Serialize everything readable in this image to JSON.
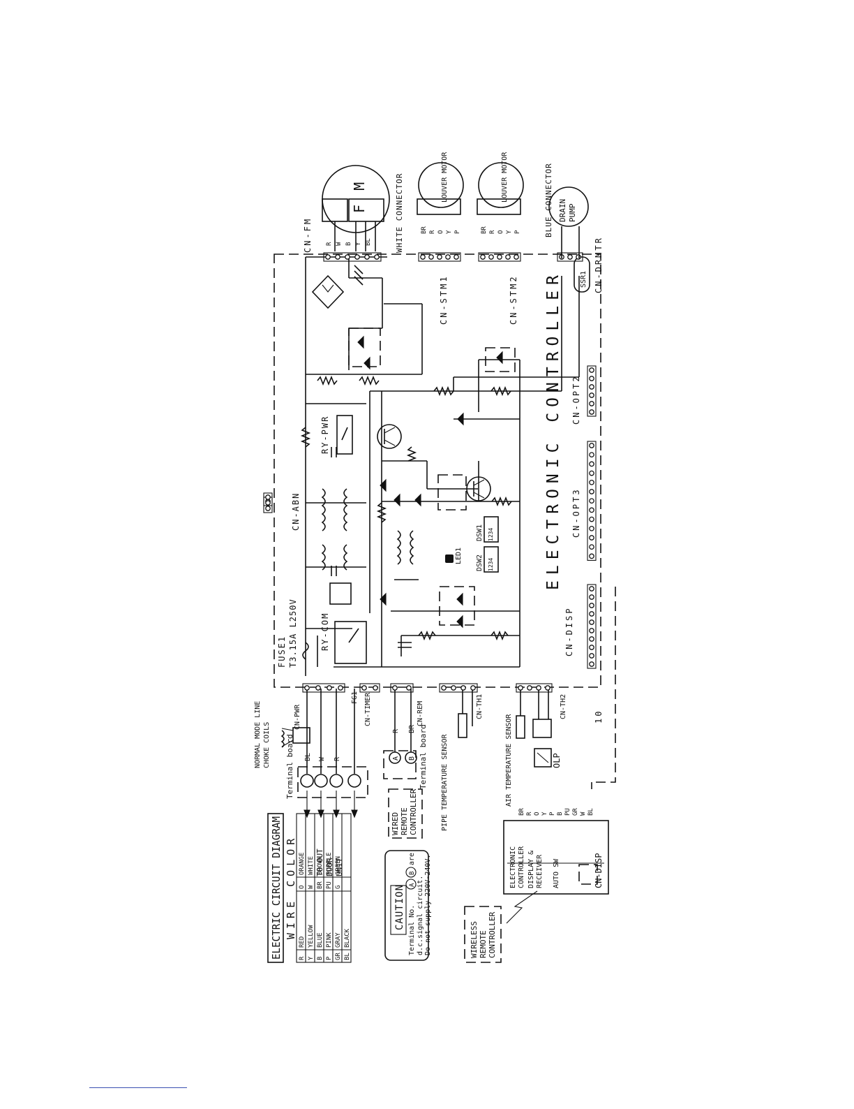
{
  "title": "ELECTRIC CIRCUIT DIAGRAM",
  "wire_color": {
    "heading": "WIRE COLOR",
    "left": [
      {
        "code": "R",
        "name": "RED"
      },
      {
        "code": "Y",
        "name": "YELLOW"
      },
      {
        "code": "B",
        "name": "BLUE"
      },
      {
        "code": "P",
        "name": "PINK"
      },
      {
        "code": "GR",
        "name": "GRAY"
      },
      {
        "code": "BL",
        "name": "BLACK"
      }
    ],
    "right": [
      {
        "code": "O",
        "name": "ORANGE"
      },
      {
        "code": "W",
        "name": "WHITE"
      },
      {
        "code": "BR",
        "name": "BROWN"
      },
      {
        "code": "PU",
        "name": "PURPLE"
      },
      {
        "code": "G",
        "name": "GREEN"
      }
    ]
  },
  "caution": {
    "heading": "CAUTION",
    "line1": "Terminal No.",
    "term_a": "A",
    "term_b": "B",
    "line1_end": "are",
    "line2": "d.c.signal circuit.",
    "line3": "Do not supply 220V-240V."
  },
  "labels": {
    "to_outdoor": [
      "TO OUT",
      "DOOR",
      "UNIT"
    ],
    "terminal_board": "Terminal board",
    "terminal_board_2": "Terminal board",
    "normal_mode": "NORMAL MODE LINE",
    "choke": "CHOKE COILS",
    "wired_remote": [
      "WIRED",
      "REMOTE",
      "CONTROLLER"
    ],
    "wireless_remote": [
      "WIRELESS",
      "REMOTE",
      "CONTROLLER"
    ],
    "pipe_sensor": "PIPE TEMPERATURE SENSOR",
    "air_sensor": "AIR TEMPERATURE SENSOR",
    "olp": "OLP",
    "electronic_controller": "ELECTRONIC CONTROLLER",
    "display_box": [
      "ELECTRONIC",
      "CONTROLLER",
      "DISPLAY &",
      "RECEIVER",
      "AUTO SW",
      "CN-DISP"
    ],
    "fuse": "FUSE1",
    "fuse_rating": "T3.15A L250V",
    "ry_com": "RY-COM",
    "ry_pwr": "RY-PWR",
    "cn_abn": "CN-ABN",
    "cn_pwr": "CN-PWR",
    "cn_timer": "CN-TIMER",
    "cn_rem": "CN-REM",
    "cn_th1": "CN-TH1",
    "cn_th2": "CN-TH2",
    "cn_disp": "CN-DISP",
    "cn_opt3": "CN-OPT3",
    "cn_opt2": "CN-OPT2",
    "cn_fm": "CN-FM",
    "cn_stm1": "CN-STM1",
    "cn_stm2": "CN-STM2",
    "cn_drmtr": "CN-DRMTR",
    "white_connector": "WHITE CONNECTOR",
    "blue_connector": "BLUE CONNECTOR",
    "fm": "F M",
    "louver_motor": "LOUVER MOTOR",
    "drain_pump": [
      "DRAIN",
      "PUMP"
    ],
    "ssr1": "SSR1",
    "led1": "LED1",
    "dsw1": "DSW1",
    "dsw2": "DSW2",
    "dsw_pins": "1234",
    "fg1": "FG1",
    "ten": "10",
    "terminal_a": "A",
    "terminal_b": "B",
    "wire_r": "R",
    "wire_br": "BR",
    "wire_w": "W",
    "wire_bl": "BL"
  },
  "disp_wires": [
    "BR",
    "R",
    "O",
    "Y",
    "P",
    "B",
    "PU",
    "GR",
    "W",
    "BL"
  ],
  "fm_wires": [
    "R",
    "W",
    "B",
    "Y",
    "BL"
  ],
  "stm_wires": [
    "BR",
    "R",
    "O",
    "Y",
    "P"
  ]
}
